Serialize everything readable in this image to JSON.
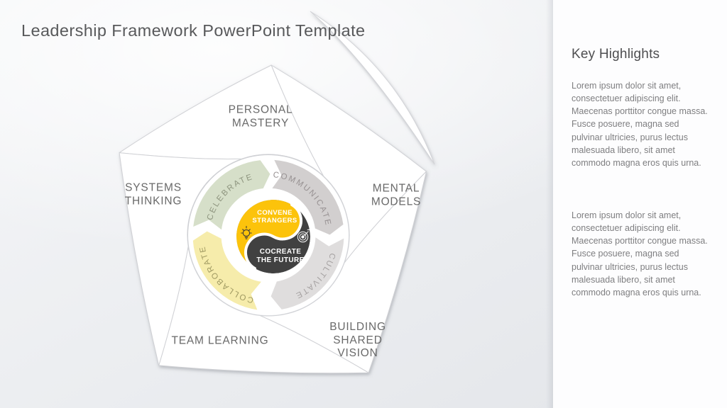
{
  "slide": {
    "title": "Leadership Framework PowerPoint Template"
  },
  "diagram": {
    "outer_labels": {
      "personal_mastery": "PERSONAL\nMASTERY",
      "systems_thinking": "SYSTEMS\nTHINKING",
      "mental_models": "MENTAL\nMODELS",
      "team_learning": "TEAM LEARNING",
      "building_shared_vision": "BUILDING\nSHARED\nVISION"
    },
    "ring": [
      {
        "label": "CELEBRATE",
        "fill": "#d6dfc9",
        "label_color": "#8e957f"
      },
      {
        "label": "COMMUNICATE",
        "fill": "#d2cfcf",
        "label_color": "#979192"
      },
      {
        "label": "CULTIVATE",
        "fill": "#dfdddd",
        "label_color": "#a5a1a1"
      },
      {
        "label": "COLLABORATE",
        "fill": "#f6ecab",
        "label_color": "#a09a62"
      }
    ],
    "center": {
      "convene": {
        "line1": "CONVENE",
        "line2": "STRANGERS",
        "text": "CONVENE\nSTRANGERS",
        "color": "#fcc30b",
        "icon": "lightbulb-icon"
      },
      "cocreate": {
        "line1": "COCREATE",
        "line2": "THE FUTURE",
        "text": "COCREATE\nTHE FUTURE",
        "color": "#414141",
        "icon": "target-icon"
      }
    }
  },
  "sidebar": {
    "heading": "Key Highlights",
    "paragraphs": [
      "Lorem ipsum dolor sit amet, consectetuer adipiscing elit. Maecenas porttitor congue massa. Fusce posuere, magna sed pulvinar ultricies, purus lectus malesuada libero, sit amet commodo magna eros quis urna.",
      "Lorem ipsum dolor sit amet, consectetuer adipiscing elit. Maecenas porttitor congue massa. Fusce posuere, magna sed pulvinar ultricies, purus lectus malesuada libero, sit amet commodo magna eros quis urna."
    ]
  }
}
